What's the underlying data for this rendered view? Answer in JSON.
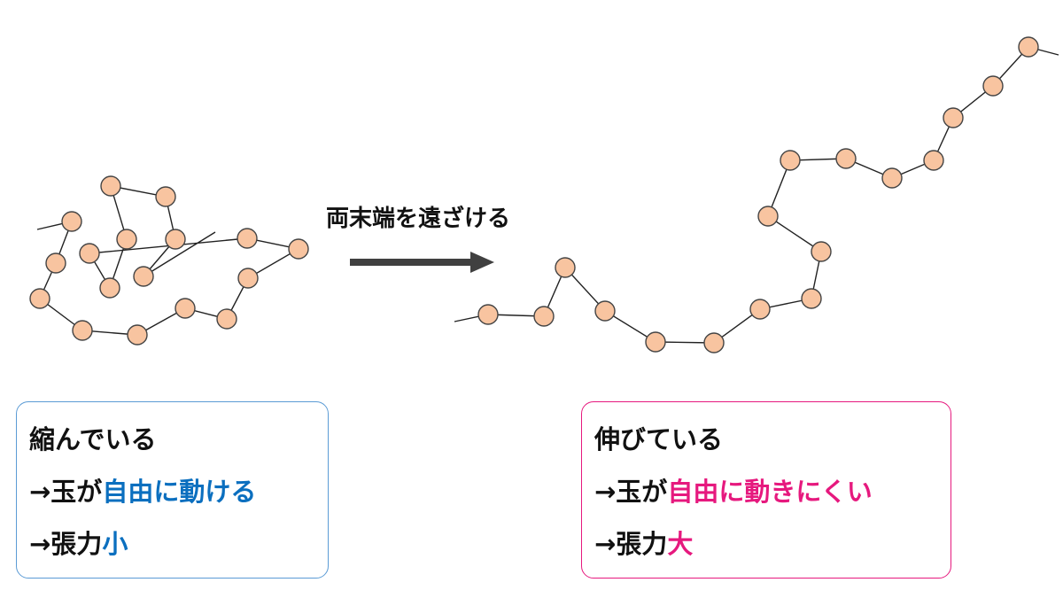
{
  "colors": {
    "bead_fill": "#f8c4a0",
    "bead_stroke": "#444444",
    "arrow": "#404040",
    "left_accent": "#0b6fbf",
    "right_accent": "#e6197e",
    "left_border": "#5b9bd5",
    "right_border": "#e6197e"
  },
  "action_label": "両末端を遠ざける",
  "left_box": {
    "line1": "縮んでいる",
    "line2_prefix": "→玉が",
    "line2_highlight": "自由に動ける",
    "line3_prefix": "→張力",
    "line3_highlight": "小"
  },
  "right_box": {
    "line1": "伸びている",
    "line2_prefix": "→玉が",
    "line2_highlight": "自由に動きにくい",
    "line3_prefix": "→張力",
    "line3_highlight": "大"
  }
}
